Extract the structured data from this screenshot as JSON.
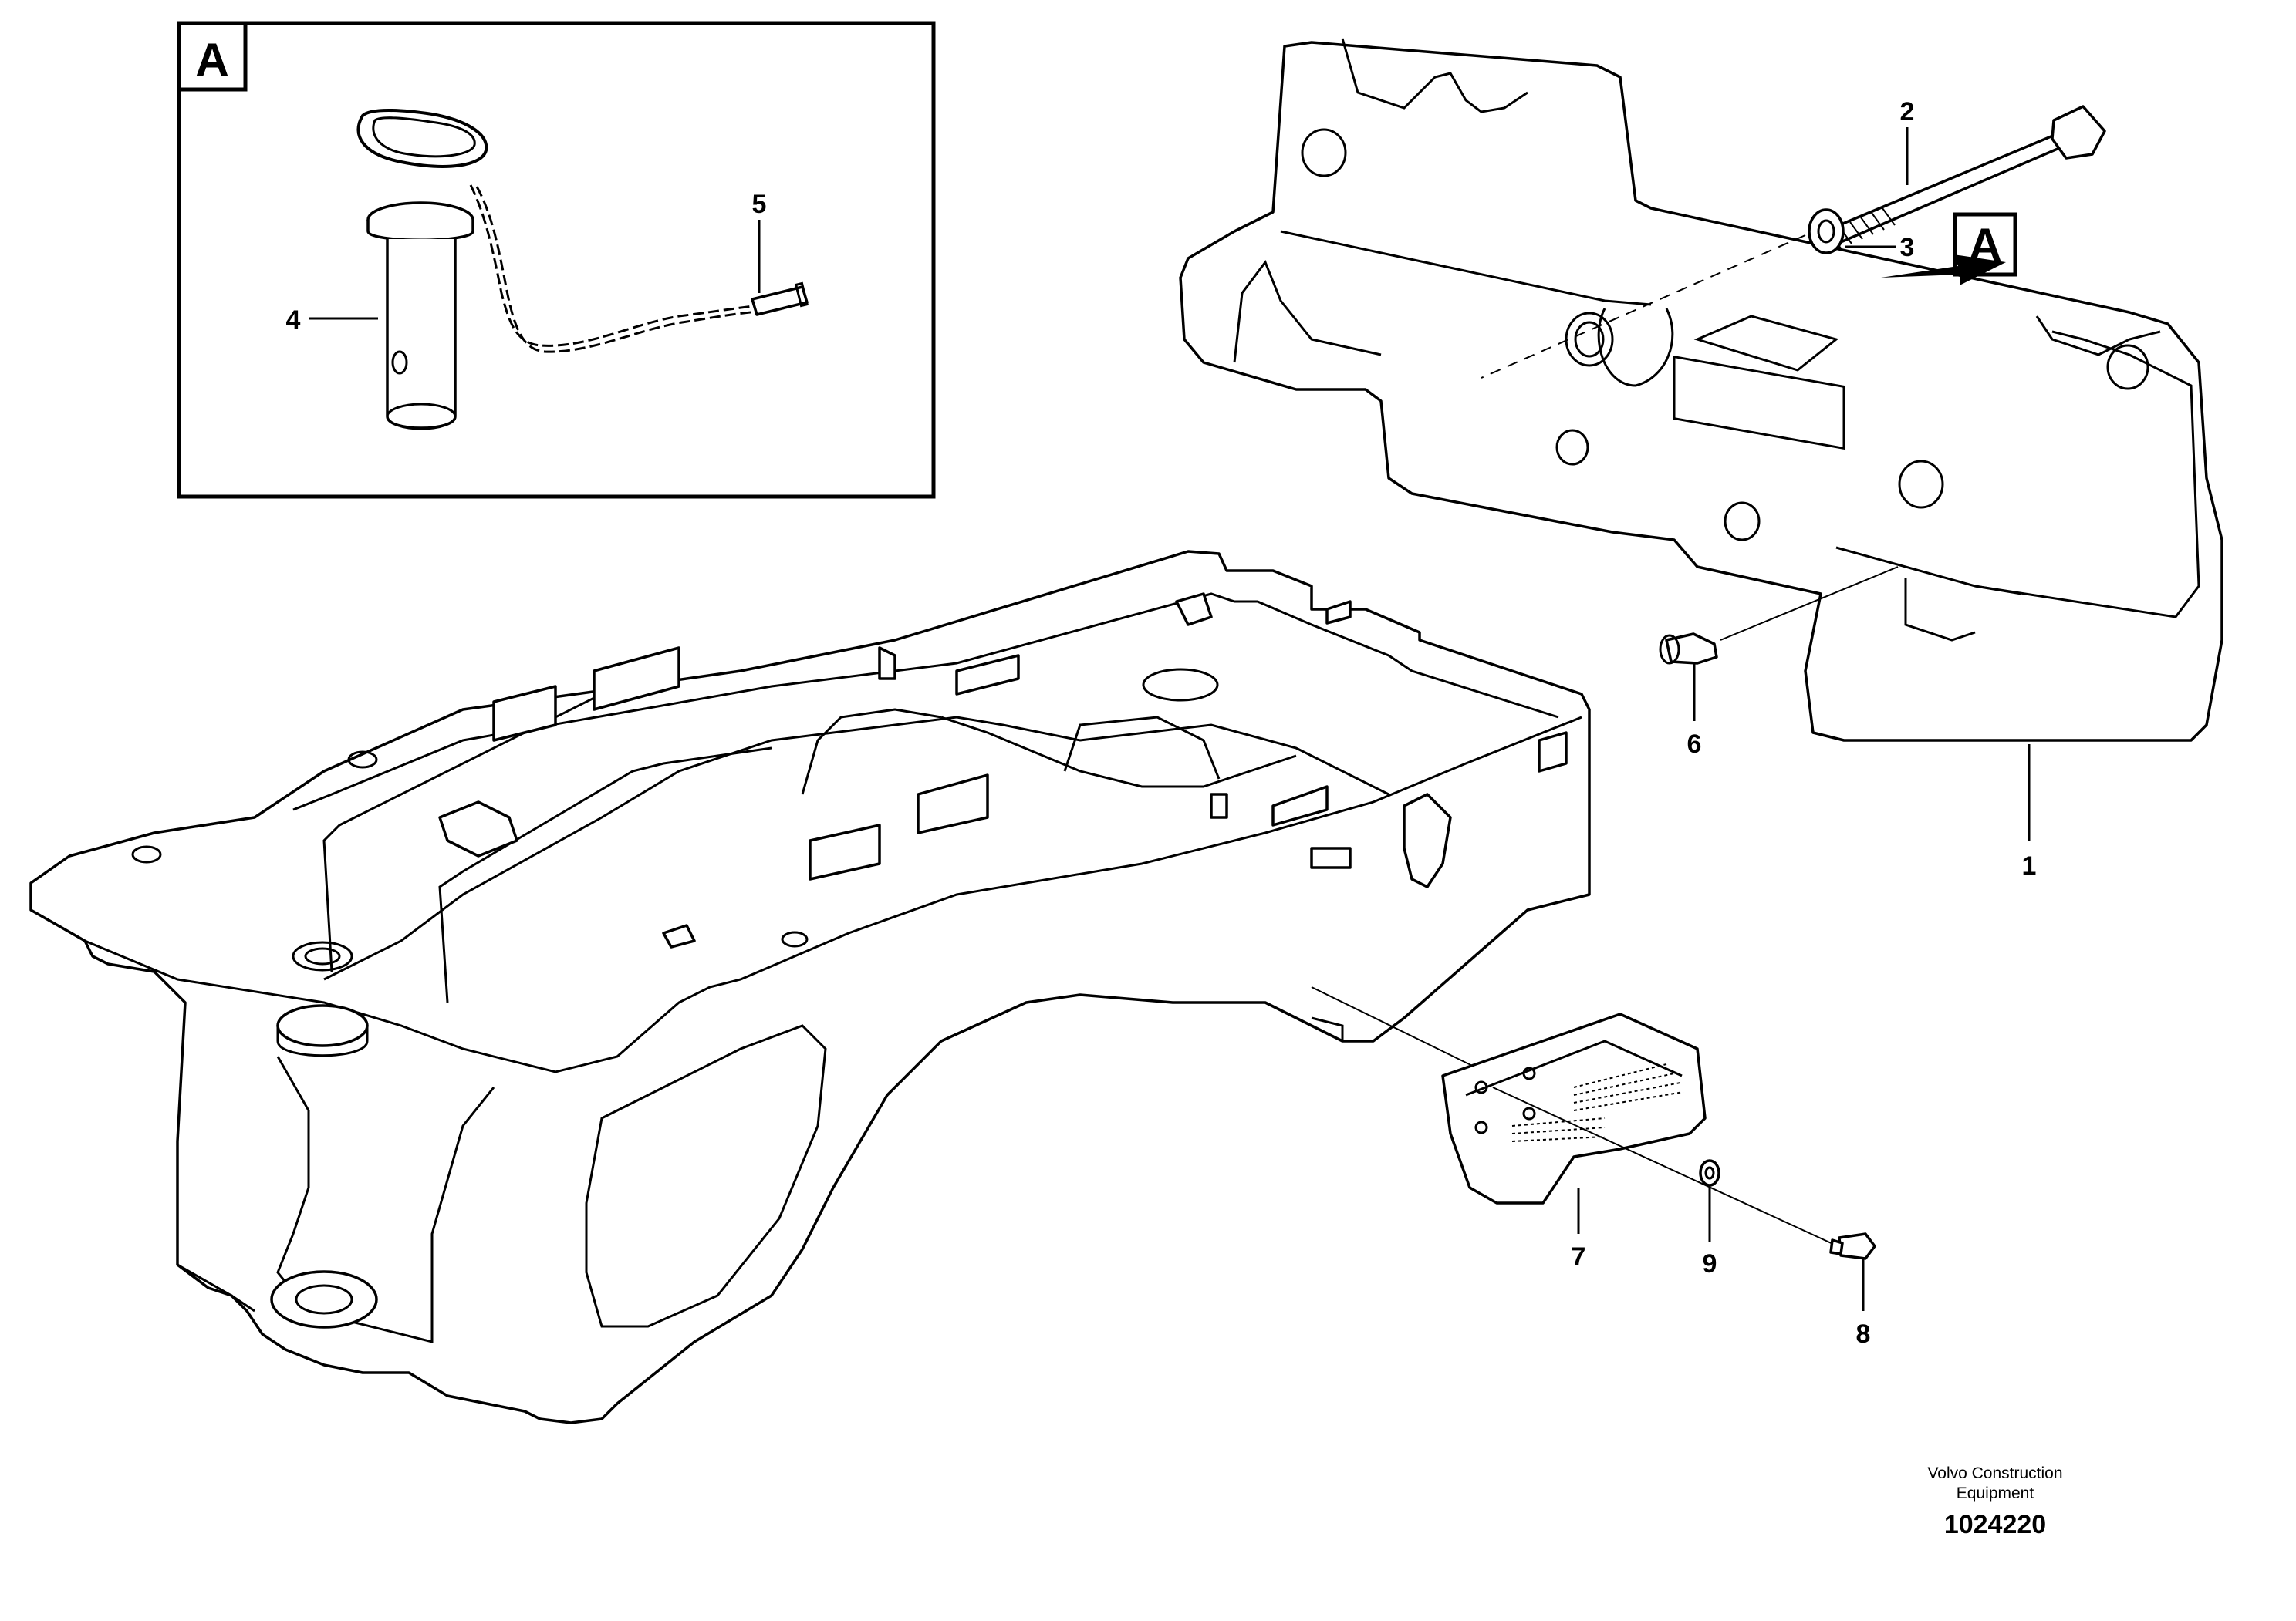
{
  "detail_box": {
    "letter": "A"
  },
  "callout_A": {
    "letter": "A"
  },
  "part_labels": [
    {
      "id": "1",
      "text": "1"
    },
    {
      "id": "2",
      "text": "2"
    },
    {
      "id": "3",
      "text": "3"
    },
    {
      "id": "4",
      "text": "4"
    },
    {
      "id": "5",
      "text": "5"
    },
    {
      "id": "6",
      "text": "6"
    },
    {
      "id": "7",
      "text": "7"
    },
    {
      "id": "8",
      "text": "8"
    },
    {
      "id": "9",
      "text": "9"
    }
  ],
  "credit": {
    "line1": "Volvo Construction",
    "line2": "Equipment",
    "drawing_number": "1024220"
  }
}
